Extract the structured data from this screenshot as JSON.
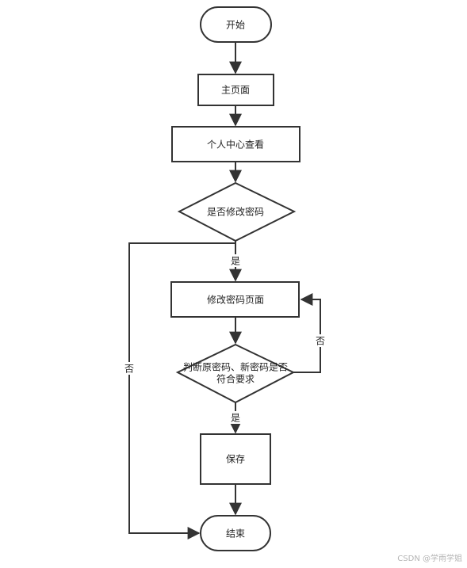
{
  "nodes": {
    "start": "开始",
    "home": "主页面",
    "profile": "个人中心查看",
    "change_pw_decision": "是否修改密码",
    "change_pw_page": "修改密码页面",
    "check_decision_line1": "判断原密码、新密码是否",
    "check_decision_line2": "符合要求",
    "save": "保存",
    "end": "结束"
  },
  "edges": {
    "decision1_yes": "是",
    "decision1_no": "否",
    "decision2_yes": "是",
    "decision2_no": "否"
  },
  "watermark": "CSDN @学雨学姐"
}
